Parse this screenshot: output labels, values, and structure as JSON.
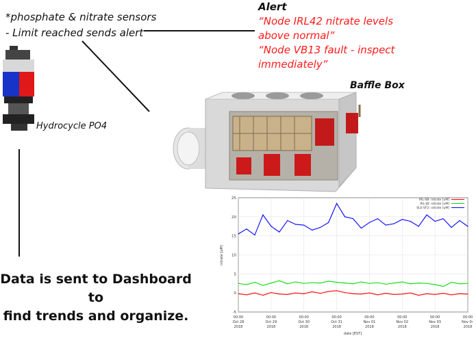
{
  "sensor_note": {
    "line1": "*phosphate & nitrate sensors",
    "line2": "- Limit reached sends alert"
  },
  "alert": {
    "title": "Alert",
    "messages": [
      "“Node IRL42 nitrate levels",
      "above normal”",
      "“Node VB13 fault - inspect",
      "immediately”"
    ]
  },
  "baffle_box_label": "Baffle Box",
  "hydrocycle_label": "Hydrocycle PO4",
  "dashboard_note": {
    "line1": "Data is sent to Dashboard to",
    "line2": "find trends and organize."
  },
  "chart_data": {
    "type": "line",
    "xlabel": "date [EST]",
    "ylabel": "nitrate [uM]",
    "ylim": [
      -5,
      25
    ],
    "yticks": [
      "25",
      "20",
      "15",
      "10",
      "5",
      "0",
      "-5"
    ],
    "xticks": [
      {
        "time": "00:00",
        "day": "Oct 28",
        "year": "2018"
      },
      {
        "time": "00:00",
        "day": "Oct 29",
        "year": "2018"
      },
      {
        "time": "00:00",
        "day": "Oct 30",
        "year": "2018"
      },
      {
        "time": "00:00",
        "day": "Oct 31",
        "year": "2018"
      },
      {
        "time": "00:00",
        "day": "Nov 01",
        "year": "2018"
      },
      {
        "time": "00:00",
        "day": "Nov 02",
        "year": "2018"
      },
      {
        "time": "00:00",
        "day": "Nov 03",
        "year": "2018"
      },
      {
        "time": "00:00",
        "day": "Nov 04",
        "year": "2018"
      }
    ],
    "x": [
      0,
      0.25,
      0.5,
      0.75,
      1,
      1.25,
      1.5,
      1.75,
      2,
      2.25,
      2.5,
      2.75,
      3,
      3.25,
      3.5,
      3.75,
      4,
      4.25,
      4.5,
      4.75,
      5,
      5.25,
      5.5,
      5.75,
      6,
      6.25,
      6.5,
      6.75,
      7
    ],
    "series": [
      {
        "name": "IRL-SB: nitrate [uM]",
        "color": "#ff0000",
        "values": [
          -0.2,
          -0.5,
          0,
          -0.6,
          0.1,
          -0.3,
          -0.4,
          0,
          -0.2,
          0.3,
          -0.1,
          0.4,
          0.6,
          0.1,
          -0.2,
          -0.3,
          0,
          -0.5,
          -0.1,
          -0.4,
          -0.3,
          0,
          -0.6,
          -0.2,
          -0.4,
          -0.1,
          -0.5,
          -0.2,
          -0.3
        ]
      },
      {
        "name": "IRL-JB: nitrate [uM]",
        "color": "#00dd00",
        "values": [
          2.5,
          2.2,
          2.8,
          2.0,
          2.6,
          3.2,
          2.4,
          2.9,
          2.5,
          2.7,
          2.6,
          3.1,
          2.8,
          2.6,
          2.4,
          2.9,
          2.5,
          2.7,
          2.3,
          2.6,
          2.9,
          2.4,
          2.6,
          2.5,
          2.2,
          1.7,
          2.8,
          2.4,
          2.5
        ]
      },
      {
        "name": "SLE-SF2: nitrate [uM]",
        "color": "#0000ff",
        "values": [
          15.5,
          16.8,
          15.2,
          20.5,
          17.5,
          16.0,
          19.0,
          18.0,
          17.8,
          16.5,
          17.2,
          18.5,
          23.5,
          20.0,
          19.5,
          17.0,
          18.5,
          19.5,
          17.8,
          18.2,
          19.3,
          18.8,
          17.5,
          20.5,
          18.8,
          19.5,
          17.2,
          19.0,
          17.5
        ]
      }
    ]
  }
}
